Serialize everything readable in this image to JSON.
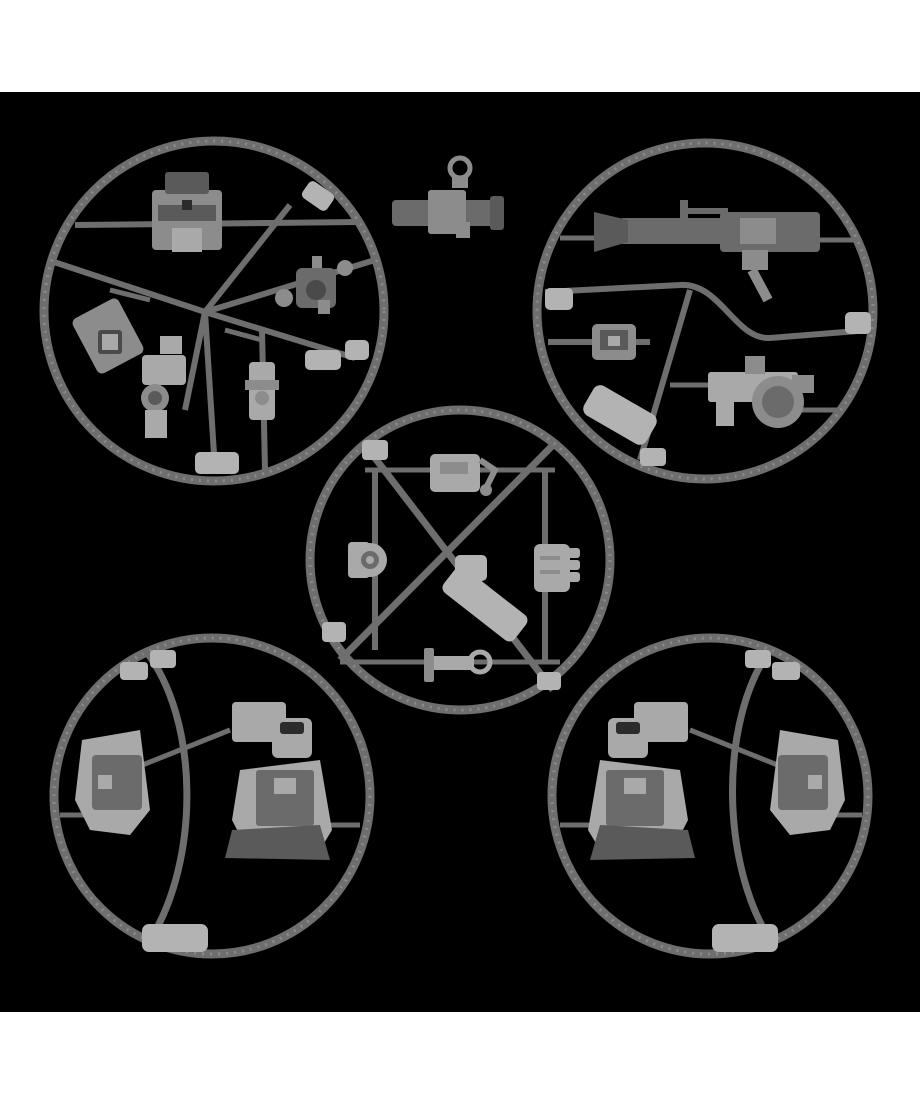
{
  "image": {
    "description_colors": {
      "background": "#ffffff",
      "panel": "#000000",
      "frame": "#6e6e6e",
      "frame_light": "#8a8a8a",
      "part_light": "#a9a9a9",
      "part_mid": "#8c8c8c",
      "part_dark": "#5a5a5a",
      "tab": "#b3b3b3"
    },
    "sprues": [
      {
        "name": "sprue-top-left",
        "parts": [
          "head-part",
          "shoulder-joint-part",
          "torso-joint-part",
          "hip-joint-part",
          "knee-joint-part"
        ]
      },
      {
        "name": "sprue-top-right",
        "parts": [
          "rifle-part",
          "small-head-part",
          "launcher-part"
        ]
      },
      {
        "name": "sprue-center",
        "parts": [
          "hand-part",
          "joint-part",
          "fist-part",
          "connector-part"
        ]
      },
      {
        "name": "sprue-bottom-left",
        "parts": [
          "shoulder-armor-part",
          "chest-armor-part"
        ]
      },
      {
        "name": "sprue-bottom-right",
        "parts": [
          "chest-armor-part",
          "shoulder-armor-part"
        ]
      }
    ],
    "loose_parts": [
      "scope-part"
    ]
  }
}
